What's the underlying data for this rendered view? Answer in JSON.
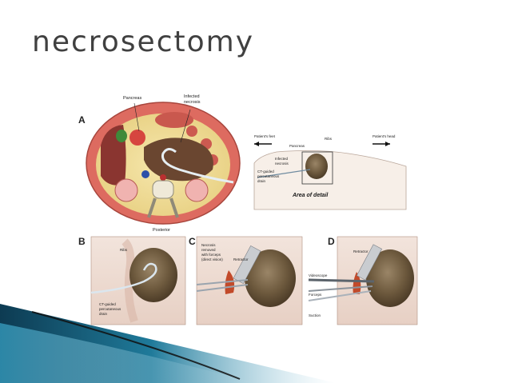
{
  "slide": {
    "title": "necrosectomy"
  },
  "figure": {
    "panel_a": {
      "letter": "A",
      "labels": {
        "pancreas": "Pancreas",
        "infected_necrosis_1": "Infected",
        "infected_necrosis_2": "necrosis",
        "posterior": "Posterior"
      }
    },
    "area_of_detail": {
      "patients_feet": "Patient's feet",
      "patients_head": "Patient's head",
      "ribs": "Ribs",
      "pancreas": "Pancreas",
      "infected_1": "Infected",
      "infected_2": "necrosis",
      "ct_1": "CT-guided",
      "ct_2": "percutaneous",
      "ct_3": "drain",
      "area": "Area of detail"
    },
    "panel_b": {
      "letter": "B",
      "ribs": "Ribs",
      "ct_1": "CT-guided",
      "ct_2": "percutaneous",
      "ct_3": "drain"
    },
    "panel_c": {
      "letter": "C",
      "necrosis_1": "Necrosis",
      "necrosis_2": "removed",
      "necrosis_3": "with forceps",
      "necrosis_4": "(direct vision)",
      "retractor": "Retractor"
    },
    "panel_d": {
      "letter": "D",
      "retractor": "Retractor",
      "videoscope": "Videoscope",
      "forceps": "Forceps",
      "suction": "Suction"
    }
  },
  "colors": {
    "title": "#404040",
    "swoosh_dark": "#0d3b52",
    "swoosh_mid": "#1f7a9a",
    "swoosh_light": "#9fd0e2"
  }
}
